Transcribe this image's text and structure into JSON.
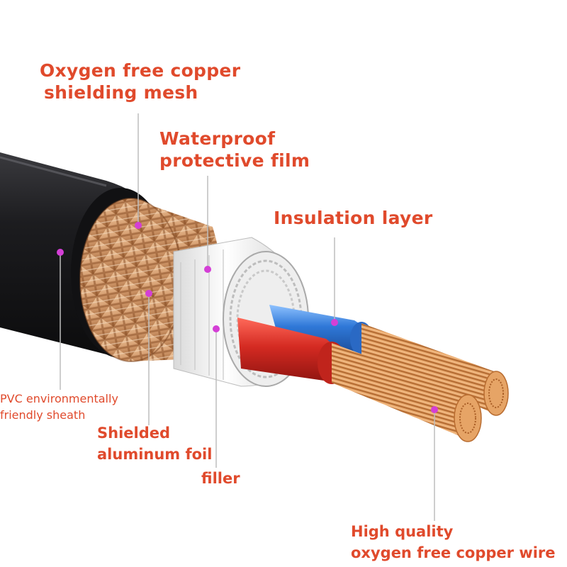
{
  "labels": {
    "shielding_mesh": [
      "Oxygen free copper",
      "shielding mesh"
    ],
    "waterproof_film": [
      "Waterproof",
      "protective film"
    ],
    "insulation_layer": [
      "Insulation layer"
    ],
    "pvc_sheath": [
      "PVC environmentally",
      "friendly sheath"
    ],
    "aluminum_foil": [
      "Shielded",
      "aluminum foil"
    ],
    "filler": [
      "filler"
    ],
    "copper_wire": [
      "High quality",
      "oxygen free copper wire"
    ]
  },
  "colors": {
    "label_text": "#e04a2c",
    "leader_line": "#bdbdbd",
    "marker_dot": "#d43fd6",
    "sheath": "#1a1a1c",
    "copper_mesh": "#d39a6c",
    "foil": "#f2f2f2",
    "insulation_red": "#d42a22",
    "insulation_blue": "#2f78d8",
    "copper_wire": "#e2995a"
  }
}
